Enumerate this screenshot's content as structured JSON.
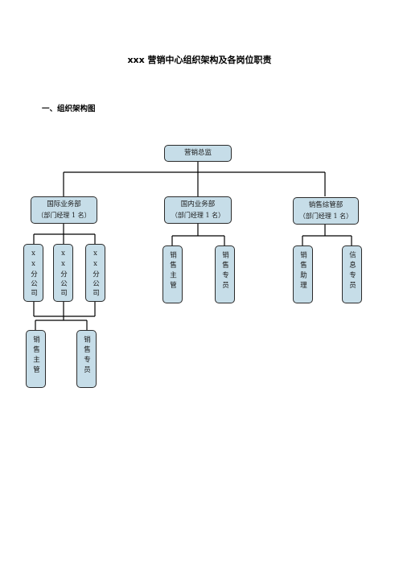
{
  "document": {
    "title": "xxx 营销中心组织架构及各岗位职责",
    "section_heading": "一、组织架构图"
  },
  "org_chart": {
    "director": "营销总监",
    "intl_dept": {
      "name": "国际业务部",
      "note": "（部门经理 1 名）"
    },
    "domestic_dept": {
      "name": "国内业务部",
      "note": "（部门经理 1 名）"
    },
    "sales_mgmt_dept": {
      "name": "销售综管部",
      "note": "（部门经理 1 名）"
    },
    "branch_1": "xx分公司",
    "branch_2": "xx分公司",
    "branch_3": "xx分公司",
    "branch_sales_supervisor": "销售主管",
    "branch_sales_specialist": "销售专员",
    "domestic_sales_supervisor": "销售主管",
    "domestic_sales_specialist": "销售专员",
    "sales_assistant": "销售助理",
    "info_specialist": "信息专员"
  },
  "colors": {
    "box_fill": "#c6dde8",
    "box_border": "#2b2b2b",
    "connector": "#000000"
  }
}
